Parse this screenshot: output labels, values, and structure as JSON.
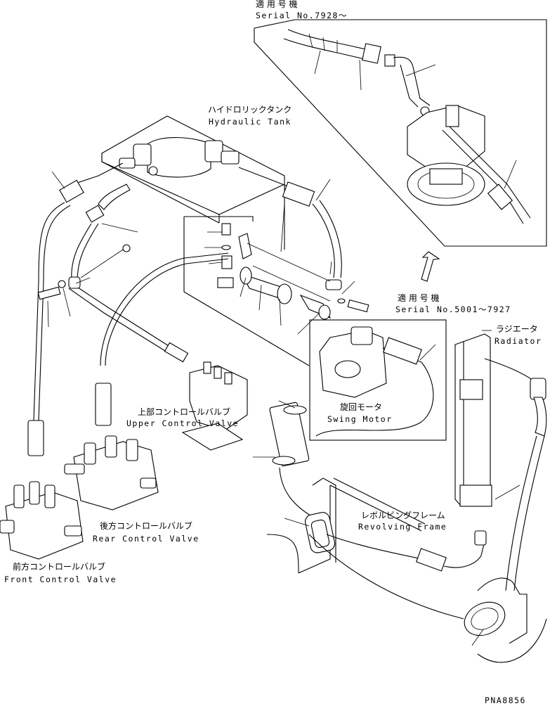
{
  "drawing_code": "PNA8856",
  "labels": {
    "serial_top_jp": "適 用 号 機",
    "serial_top_en": "Serial No.7928～",
    "tank_jp": "ハイドロリックタンク",
    "tank_en": "Hydraulic Tank",
    "serial_mid_jp": "適 用 号 機",
    "serial_mid_en": "Serial No.5001～7927",
    "radiator_jp": "ラジエータ",
    "radiator_en": "Radiator",
    "upper_cv_jp": "上部コントロールバルブ",
    "upper_cv_en": "Upper Control Valve",
    "swing_motor_jp": "旋回モータ",
    "swing_motor_en": "Swing Motor",
    "rear_cv_jp": "後方コントロールバルブ",
    "rear_cv_en": "Rear Control Valve",
    "frame_jp": "レボルビングフレーム",
    "frame_en": "Revolving Frame",
    "front_cv_jp": "前方コントロールバルブ",
    "front_cv_en": "Front Control Valve"
  }
}
